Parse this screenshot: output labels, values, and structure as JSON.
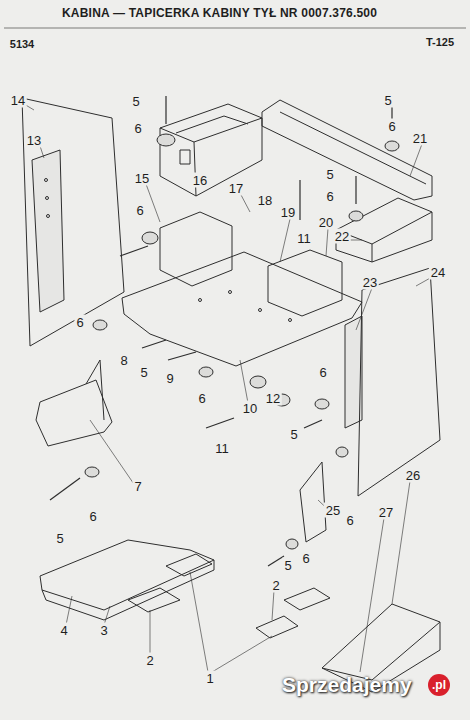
{
  "diagram": {
    "title": "KABINA — TAPICERKA KABINY TYŁ NR 0007.376.500",
    "labels": [
      "5134",
      "T-125",
      "14",
      "13",
      "5",
      "6",
      "16",
      "5",
      "6",
      "21",
      "15",
      "17",
      "18",
      "19",
      "20",
      "11",
      "5",
      "6",
      "22",
      "6",
      "24",
      "23",
      "6",
      "8",
      "5",
      "9",
      "6",
      "10",
      "12",
      "6",
      "5",
      "11",
      "7",
      "6",
      "5",
      "25",
      "6",
      "26",
      "27",
      "5",
      "6",
      "2",
      "4",
      "3",
      "2",
      "1",
      "Sprzedajemy",
      ".pl"
    ]
  }
}
